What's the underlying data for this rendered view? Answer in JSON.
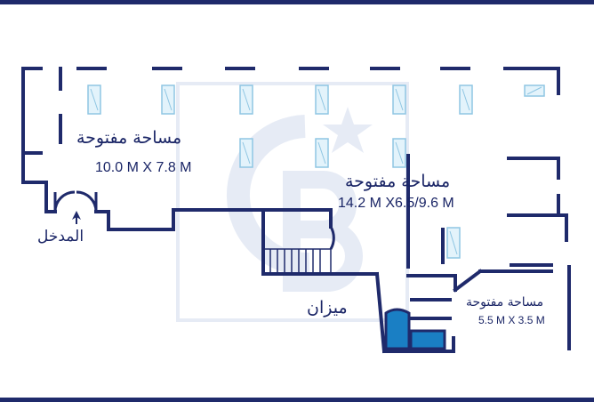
{
  "colors": {
    "wall": "#1f2a6b",
    "window": "#8fc6e3",
    "room_fill": "#1a7fc4",
    "watermark": "#e6ebf5",
    "text": "#1a2566"
  },
  "icons": {
    "logo": "cb-watermark",
    "entry": "arrow-up-icon"
  },
  "labels": {
    "open_space_1": "مساحة مفتوحة",
    "open_space_1_dims": "10.0 M X 7.8 M",
    "open_space_2": "مساحة مفتوحة",
    "open_space_2_dims": "14.2 M X6.5/9.6 M",
    "open_space_3": "مساحة مفتوحة",
    "open_space_3_dims": "5.5 M X 3.5 M",
    "entrance": "المدخل",
    "mezzanine": "ميزان"
  }
}
